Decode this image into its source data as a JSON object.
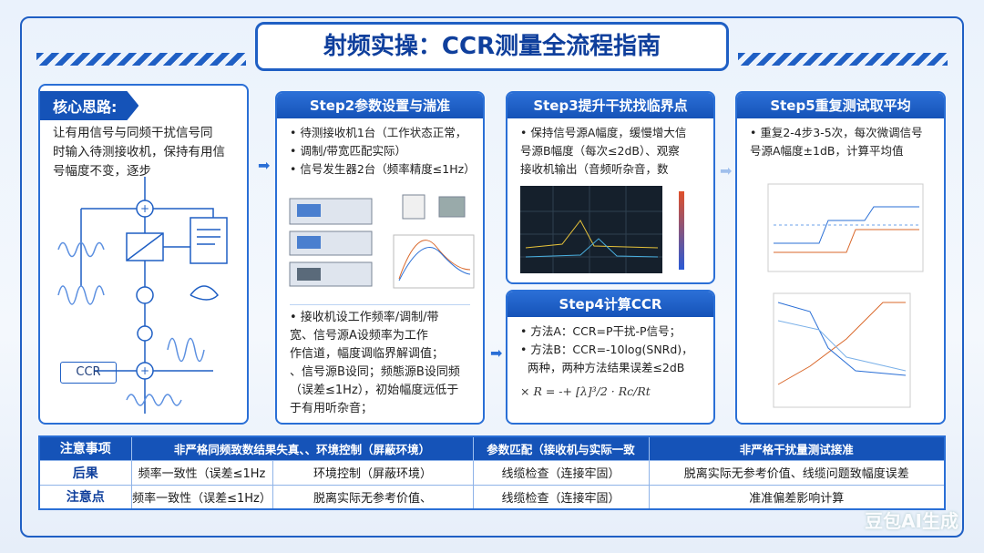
{
  "title": "射频实操：CCR测量全流程指南",
  "core": {
    "label": "核心思路:",
    "lines": [
      "让有用信号与同频干扰信号同",
      "时输入待测接收机，保持有用信",
      "号幅度不变，逐步"
    ],
    "ccr_label": "CCR"
  },
  "step2": {
    "title": "Step2参数设置与湍准",
    "lines": [
      "• 待测接收机1台（工作状态正常，",
      "• 调制/带宽匹配实际）",
      "• 信号发生器2台（频率精度≤1Hz）"
    ],
    "lines2": [
      "• 接收机设工作频率/调制/带",
      "宽、信号源A设频率为工作",
      "作信道，幅度调临界解调值；",
      "、信号源B设同；频態源B设同频",
      "（误差≤1Hz），初始幅度远低于",
      "于有用听杂音；"
    ]
  },
  "step3": {
    "title": "Step3提升干扰找临界点",
    "lines": [
      "• 保持信号源A幅度，缓慢增大信",
      "号源B幅度（每次≤2dB）、观察",
      "接收机输出（音频听杂音，数"
    ]
  },
  "step4": {
    "title": "Step4计算CCR",
    "lines": [
      "• 方法A：CCR=P干扰-P信号；",
      "• 方法B：CCR=-10log(SNRd)，",
      "  两种，两种方法结果误差≤2dB"
    ],
    "formula": "× R = -+ [λ]³/2 · Rc/Rt"
  },
  "step5": {
    "title": "Step5重复测试取平均",
    "lines": [
      "• 重复2-4步3-5次，每次微调信号",
      "号源A幅度±1dB，计算平均值"
    ]
  },
  "table": {
    "headers": [
      "注意事项",
      "非严格同频致数结果失真、、环境控制（屏蔽环境）",
      "参数匹配（接收机与实际一致",
      "非严格干扰量测试接准"
    ],
    "rows": [
      [
        "后果",
        "频率一致性（误差≤1Hz",
        "环境控制（屏蔽环境）",
        "线缆检查（连接牢固）",
        "脱离实际无参考价值、线缆问题致幅度误差"
      ],
      [
        "注意点",
        "频率一致性（误差≤1Hz）",
        "脱离实际无参考价值、",
        "线缆检查（连接牢固）",
        "准准偏差影响计算"
      ]
    ]
  },
  "watermark": "豆包AI生成",
  "colors": {
    "primary": "#1553b8",
    "accent": "#2a6fd6"
  }
}
